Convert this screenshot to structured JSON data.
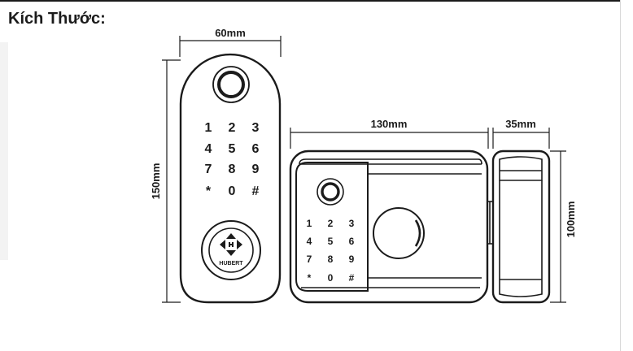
{
  "heading": "Kích Thước:",
  "dimensions": {
    "panel_width": "60mm",
    "panel_height": "150mm",
    "body_width": "130mm",
    "strike_width": "35mm",
    "body_height": "100mm"
  },
  "keypad": [
    "1",
    "2",
    "3",
    "4",
    "5",
    "6",
    "7",
    "8",
    "9",
    "*",
    "0",
    "#"
  ],
  "brand": "HUBERT",
  "colors": {
    "line": "#1b1b1b",
    "background": "#ffffff"
  }
}
